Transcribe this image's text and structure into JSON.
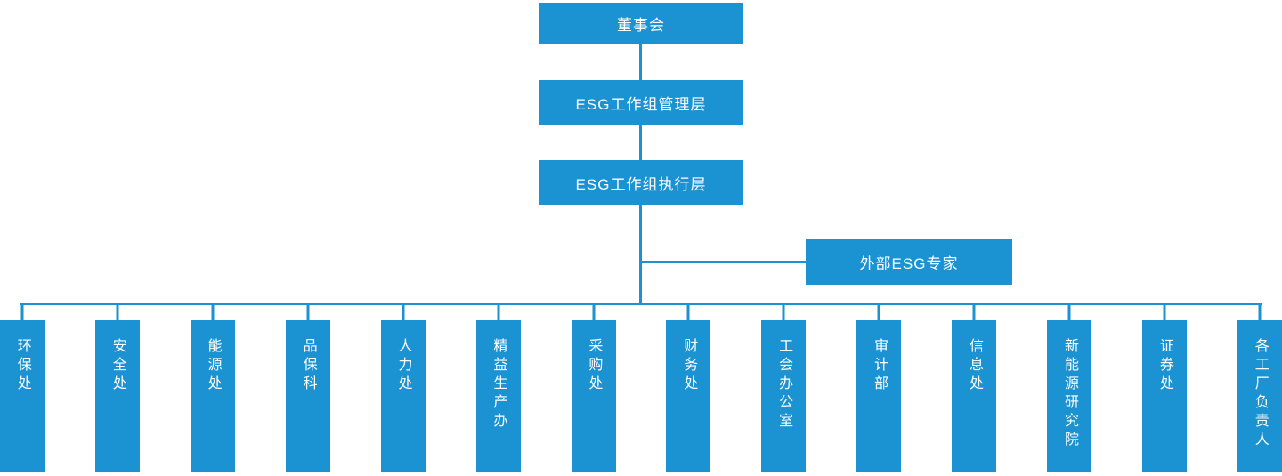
{
  "nodes": {
    "board": "董事会",
    "management": "ESG工作组管理层",
    "execution": "ESG工作组执行层",
    "external_expert": "外部ESG专家"
  },
  "departments": [
    "环保处",
    "安全处",
    "能源处",
    "品保科",
    "人力处",
    "精益生产办",
    "采购处",
    "财务处",
    "工会办公室",
    "审计部",
    "信息处",
    "新能源研究院",
    "证券处",
    "各工厂负责人"
  ],
  "colors": {
    "box": "#1B92D2",
    "line": "#1B92D2",
    "text": "#FFFFFF",
    "background": "#FFFFFF"
  }
}
